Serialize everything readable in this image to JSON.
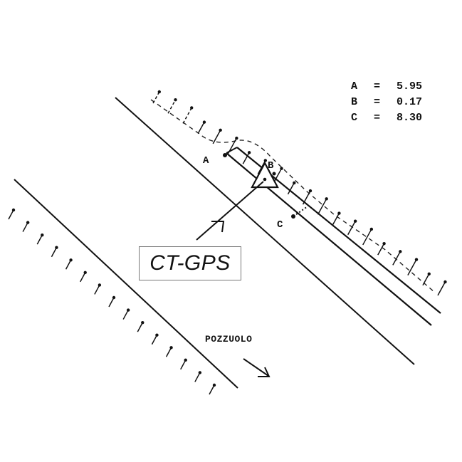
{
  "measurements": [
    {
      "key": "A",
      "eq": "=",
      "value": "5.95"
    },
    {
      "key": "B",
      "eq": "=",
      "value": "0.17"
    },
    {
      "key": "C",
      "eq": "=",
      "value": "8.30"
    }
  ],
  "points": {
    "a": "A",
    "b": "B",
    "c": "C"
  },
  "station_label": "CT-GPS",
  "place_label": "POZZUOLO",
  "colors": {
    "ink": "#111111",
    "box_border": "#777777",
    "background": "#ffffff"
  }
}
